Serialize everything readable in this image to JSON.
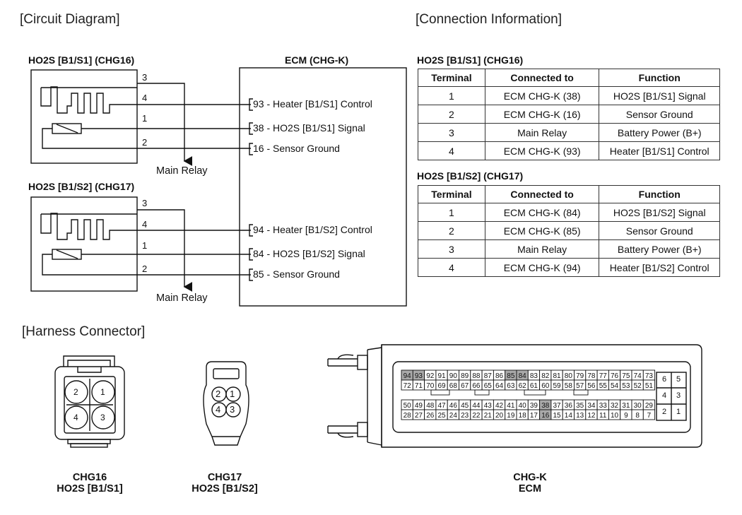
{
  "sections": {
    "circuit_diagram": "[Circuit Diagram]",
    "connection_information": "[Connection Information]",
    "harness_connector": "[Harness Connector]"
  },
  "circuit": {
    "sensor1_title": "HO2S [B1/S1] (CHG16)",
    "sensor2_title": "HO2S [B1/S2] (CHG17)",
    "ecm_title": "ECM (CHG-K)",
    "main_relay_label": "Main Relay",
    "sensor_pins": [
      "3",
      "4",
      "1",
      "2"
    ],
    "ecm_pins_s1": [
      {
        "pin": "93",
        "text": " - Heater [B1/S1] Control"
      },
      {
        "pin": "38",
        "text": " - HO2S [B1/S1] Signal"
      },
      {
        "pin": "16",
        "text": " - Sensor Ground"
      }
    ],
    "ecm_pins_s2": [
      {
        "pin": "94",
        "text": " - Heater [B1/S2] Control"
      },
      {
        "pin": "84",
        "text": " - HO2S [B1/S2] Signal"
      },
      {
        "pin": "85",
        "text": " - Sensor Ground"
      }
    ]
  },
  "connection": {
    "table1_title": "HO2S [B1/S1] (CHG16)",
    "table2_title": "HO2S [B1/S2] (CHG17)",
    "headers": [
      "Terminal",
      "Connected to",
      "Function"
    ],
    "table1_rows": [
      [
        "1",
        "ECM CHG-K (38)",
        "HO2S [B1/S1] Signal"
      ],
      [
        "2",
        "ECM CHG-K (16)",
        "Sensor Ground"
      ],
      [
        "3",
        "Main Relay",
        "Battery Power (B+)"
      ],
      [
        "4",
        "ECM CHG-K (93)",
        "Heater [B1/S1] Control"
      ]
    ],
    "table2_rows": [
      [
        "1",
        "ECM CHG-K (84)",
        "HO2S [B1/S2] Signal"
      ],
      [
        "2",
        "ECM CHG-K (85)",
        "Sensor Ground"
      ],
      [
        "3",
        "Main Relay",
        "Battery Power (B+)"
      ],
      [
        "4",
        "ECM CHG-K (94)",
        "Heater [B1/S2] Control"
      ]
    ]
  },
  "harness": {
    "chg16": {
      "code": "CHG16",
      "name": "HO2S [B1/S1]",
      "pins": [
        "2",
        "1",
        "4",
        "3"
      ]
    },
    "chg17": {
      "code": "CHG17",
      "name": "HO2S [B1/S2]",
      "pins": [
        "2",
        "1",
        "4",
        "3"
      ]
    },
    "chgk": {
      "code": "CHG-K",
      "name": "ECM",
      "row1": [
        "94",
        "93",
        "92",
        "91",
        "90",
        "89",
        "88",
        "87",
        "86",
        "85",
        "84",
        "83",
        "82",
        "81",
        "80",
        "79",
        "78",
        "77",
        "76",
        "75",
        "74",
        "73"
      ],
      "row2": [
        "72",
        "71",
        "70",
        "69",
        "68",
        "67",
        "66",
        "65",
        "64",
        "63",
        "62",
        "61",
        "60",
        "59",
        "58",
        "57",
        "56",
        "55",
        "54",
        "53",
        "52",
        "51"
      ],
      "row3": [
        "50",
        "49",
        "48",
        "47",
        "46",
        "45",
        "44",
        "43",
        "42",
        "41",
        "40",
        "39",
        "38",
        "37",
        "36",
        "35",
        "34",
        "33",
        "32",
        "31",
        "30",
        "29"
      ],
      "row4": [
        "28",
        "27",
        "26",
        "25",
        "24",
        "23",
        "22",
        "21",
        "20",
        "19",
        "18",
        "17",
        "16",
        "15",
        "14",
        "13",
        "12",
        "11",
        "10",
        "9",
        "8",
        "7"
      ],
      "used_pins": [
        "94",
        "93",
        "85",
        "84",
        "38",
        "16"
      ],
      "side_pins": [
        [
          "6",
          "5"
        ],
        [
          "4",
          "3"
        ],
        [
          "2",
          "1"
        ]
      ],
      "used_color": "#a9a9a9"
    }
  }
}
